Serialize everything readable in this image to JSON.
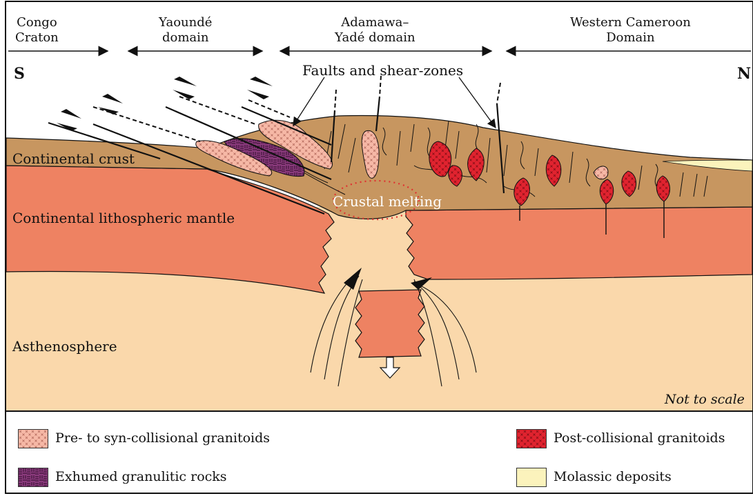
{
  "domains": [
    {
      "line1": "Congo",
      "line2": "Craton"
    },
    {
      "line1": "Yaoundé",
      "line2": "domain"
    },
    {
      "line1": "Adamawa–",
      "line2": "Yadé domain"
    },
    {
      "line1": "Western Cameroon",
      "line2": "Domain"
    }
  ],
  "orientation": {
    "south": "S",
    "north": "N"
  },
  "labels": {
    "faults": "Faults and shear-zones",
    "crust": "Continental crust",
    "mantle": "Continental lithospheric mantle",
    "melting": "Crustal melting",
    "asthenosphere": "Asthenosphere",
    "scale_note": "Not to scale"
  },
  "legend": [
    {
      "label": "Pre- to syn-collisional granitoids",
      "color": "#f6b8a6"
    },
    {
      "label": "Exhumed granulitic rocks",
      "color": "#8a3a7c"
    },
    {
      "label": "Post-collisional granitoids",
      "color": "#e0232f"
    },
    {
      "label": "Molassic deposits",
      "color": "#fbf3bc"
    }
  ],
  "colors": {
    "crust": "#c79660",
    "mantle": "#ee8262",
    "asthenosphere": "#fad8ab",
    "border": "#111111"
  }
}
